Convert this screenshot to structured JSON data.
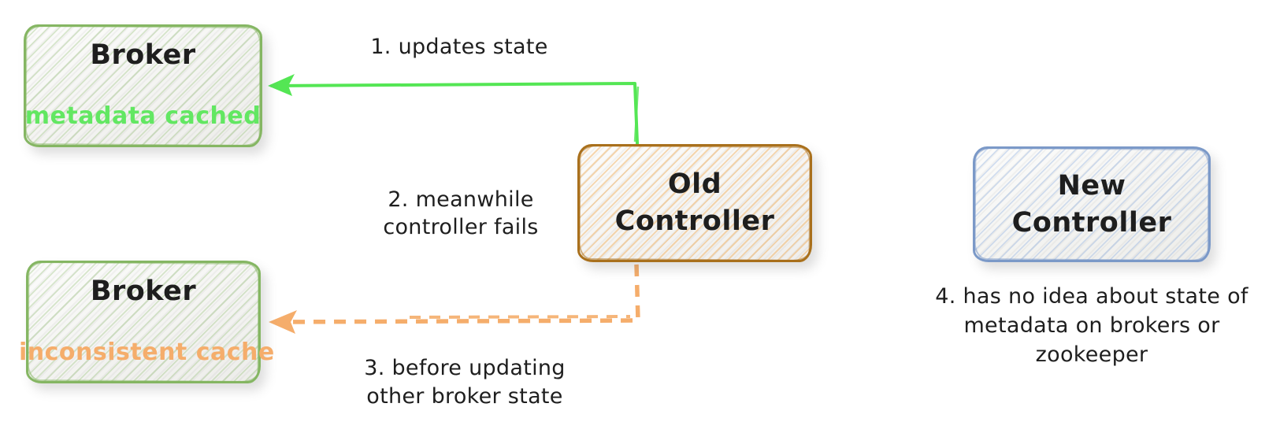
{
  "colors": {
    "ink": "#1e1e1e",
    "broker-stroke": "#85b663",
    "broker-subtitle-green": "#62e762",
    "broker-subtitle-orange": "#f5ad6b",
    "old-controller-stroke": "#a9701c",
    "new-controller-stroke": "#7b99c8",
    "arrow-green": "#54e654",
    "arrow-orange": "#f5ad6b"
  },
  "nodes": {
    "broker_top": {
      "title": "Broker",
      "subtitle": "metadata cached"
    },
    "broker_bottom": {
      "title": "Broker",
      "subtitle": "inconsistent cache"
    },
    "old_controller": {
      "lines": [
        "Old",
        "Controller"
      ]
    },
    "new_controller": {
      "lines": [
        "New",
        "Controller"
      ]
    }
  },
  "annotations": {
    "step1": "1. updates state",
    "step2": [
      "2. meanwhile",
      "controller fails"
    ],
    "step3": [
      "3. before updating",
      "other broker state"
    ],
    "step4": [
      "4. has no idea about state of",
      "metadata on brokers or",
      "zookeeper"
    ]
  }
}
